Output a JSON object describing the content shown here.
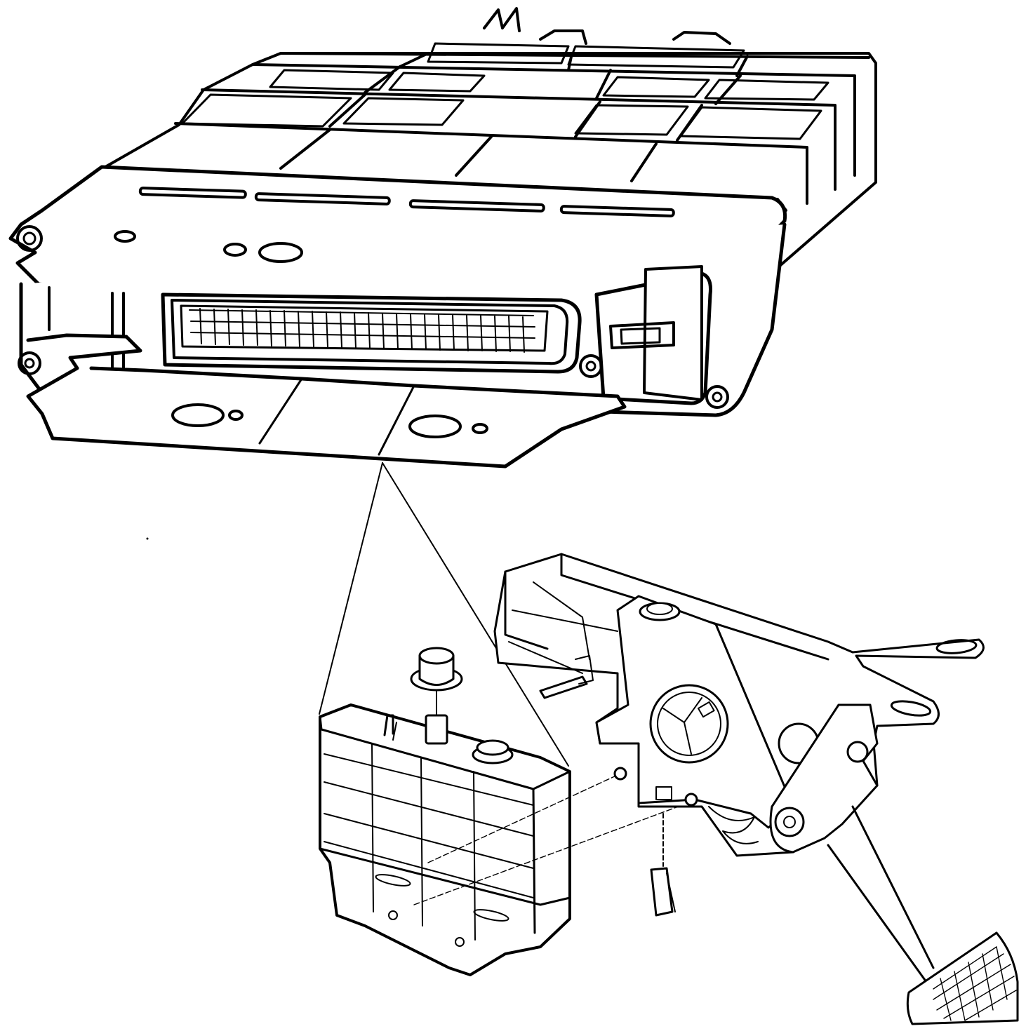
{
  "diagram": {
    "background": "#ffffff",
    "ink": "#000000",
    "components": [
      {
        "name": "ecu-module-closeup"
      },
      {
        "name": "ecu-module-installed"
      },
      {
        "name": "pedal-bracket-assembly"
      },
      {
        "name": "accelerator-pedal"
      },
      {
        "name": "relay"
      },
      {
        "name": "plug-connector"
      }
    ]
  }
}
